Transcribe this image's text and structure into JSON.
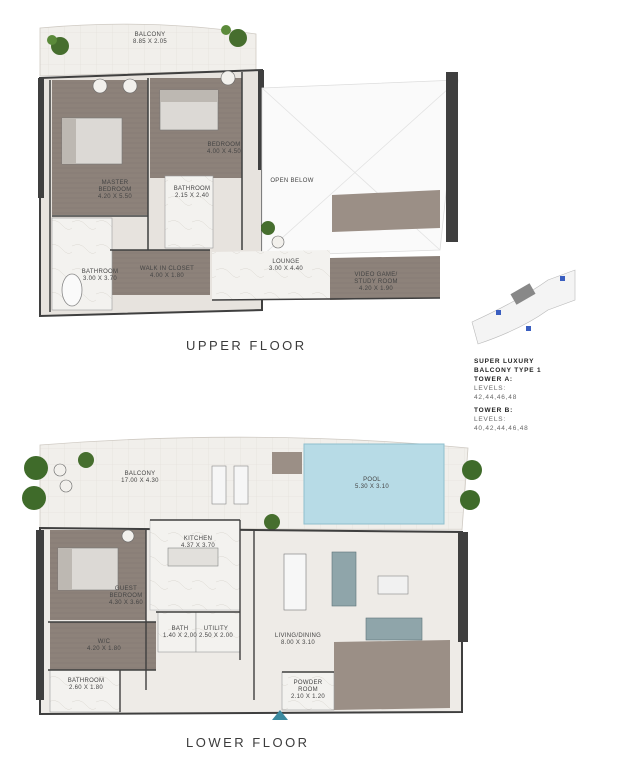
{
  "upper_floor": {
    "title": "UPPER FLOOR",
    "rooms": {
      "balcony": {
        "name": "BALCONY",
        "dims": "8.85 X 2.05"
      },
      "master_bedroom": {
        "name": "MASTER",
        "name2": "BEDROOM",
        "dims": "4.20 X 5.50"
      },
      "bedroom": {
        "name": "BEDROOM",
        "dims": "4.00 X 4.50"
      },
      "bathroom_small": {
        "name": "BATHROOM",
        "dims": "2.15 X 2.40"
      },
      "open_below": {
        "name": "OPEN BELOW"
      },
      "bathroom": {
        "name": "BATHROOM",
        "dims": "3.00 X 3.70"
      },
      "walk_in_closet": {
        "name": "WALK IN CLOSET",
        "dims": "4.00 X 1.80"
      },
      "lounge": {
        "name": "LOUNGE",
        "dims": "3.00 X 4.40"
      },
      "video_game": {
        "name": "VIDEO GAME/",
        "name2": "STUDY ROOM",
        "dims": "4.20 X 1.90"
      }
    }
  },
  "lower_floor": {
    "title": "LOWER FLOOR",
    "rooms": {
      "balcony": {
        "name": "BALCONY",
        "dims": "17.00 X 4.30"
      },
      "pool": {
        "name": "POOL",
        "dims": "5.30 X 3.10"
      },
      "kitchen": {
        "name": "KITCHEN",
        "dims": "4.37 X 3.70"
      },
      "guest_bedroom": {
        "name": "GUEST",
        "name2": "BEDROOM",
        "dims": "4.30 X 3.60"
      },
      "wic": {
        "name": "W/C",
        "dims": "4.20 X 1.80"
      },
      "bath": {
        "name": "BATH",
        "dims": "1.40 X 2.00"
      },
      "utility": {
        "name": "UTILITY",
        "dims": "2.50 X 2.00"
      },
      "living_dining": {
        "name": "LIVING/DINING",
        "dims": "8.00 X 3.10"
      },
      "bathroom": {
        "name": "BATHROOM",
        "dims": "2.60 X 1.80"
      },
      "powder_room": {
        "name": "POWDER",
        "name2": "ROOM",
        "dims": "2.10 X 1.20"
      }
    }
  },
  "info": {
    "type_line1": "SUPER LUXURY",
    "type_line2": "BALCONY TYPE 1",
    "tower_a": "TOWER A:",
    "tower_a_levels_label": "LEVELS:",
    "tower_a_levels": "42,44,46,48",
    "tower_b": "TOWER B:",
    "tower_b_levels_label": "LEVELS:",
    "tower_b_levels": "40,42,44,46,48"
  },
  "colors": {
    "wood": "#8c7f76",
    "stone": "#ece9e4",
    "wall": "#3f3f3f",
    "pool": "#b7dbe6",
    "plant": "#3f6b2a"
  }
}
